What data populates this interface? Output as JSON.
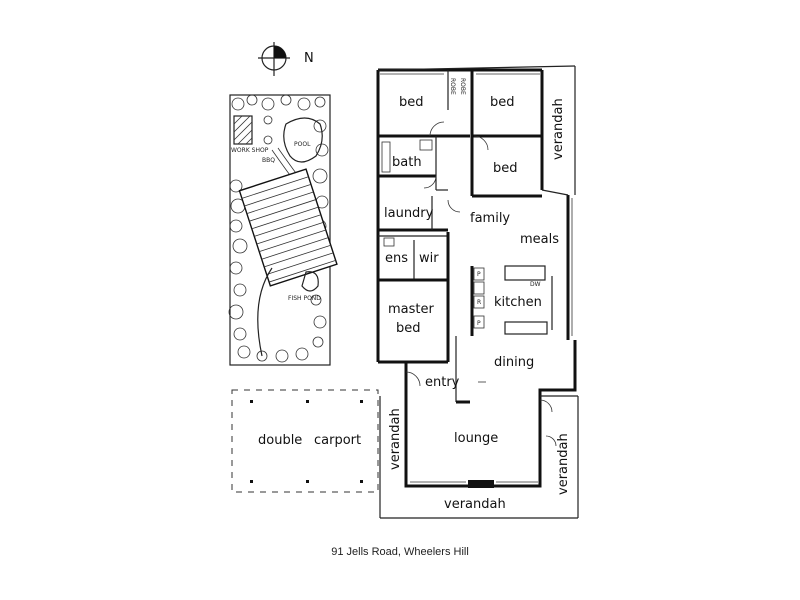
{
  "compass": {
    "label": "N"
  },
  "rooms": {
    "bed1": "bed",
    "bed2": "bed",
    "bed3": "bed",
    "bath": "bath",
    "laundry": "laundry",
    "family": "family",
    "meals": "meals",
    "ens": "ens",
    "wir": "wir",
    "master_line1": "master",
    "master_line2": "bed",
    "kitchen": "kitchen",
    "dining": "dining",
    "entry": "entry",
    "lounge": "lounge",
    "verandah_right_top": "verandah",
    "verandah_left": "verandah",
    "verandah_right_bottom": "verandah",
    "verandah_bottom": "verandah",
    "double": "double",
    "carport": "carport"
  },
  "fixtures": {
    "robe1": "ROBE",
    "robe2": "ROBE",
    "dw": "DW",
    "p1": "P",
    "p2": "P",
    "r": "R"
  },
  "site": {
    "workshop": "WORK SHOP",
    "bbq": "BBQ",
    "pool": "POOL",
    "fishpond": "FISH POND"
  },
  "caption": "91 Jells Road, Wheelers Hill"
}
